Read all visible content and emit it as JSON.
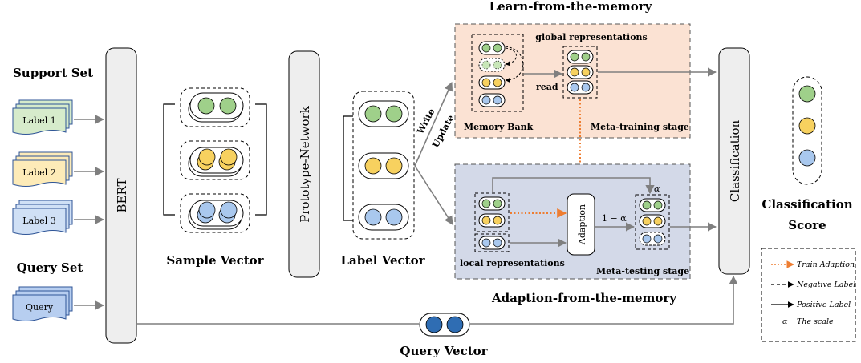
{
  "titles": {
    "learn": "Learn-from-the-memory",
    "adaption": "Adaption-from-the-memory",
    "support_set": "Support Set",
    "query_set": "Query Set",
    "sample_vector": "Sample Vector",
    "label_vector": "Label Vector",
    "query_vector": "Query Vector",
    "classification_score_1": "Classification",
    "classification_score_2": "Score"
  },
  "blocks": {
    "bert": "BERT",
    "prototype": "Prototype-Network",
    "classification": "Classification",
    "adaption": "Adaption"
  },
  "cards": {
    "label1": "Label 1",
    "label2": "Label 2",
    "label3": "Label 3",
    "query": "Query"
  },
  "learn_panel": {
    "global": "global representations",
    "memory_bank": "Memory Bank",
    "read": "read",
    "stage": "Meta-training stage"
  },
  "adapt_panel": {
    "local": "local representations",
    "stage": "Meta-testing stage",
    "alpha": "α",
    "one_minus_alpha": "1 − α"
  },
  "arrows": {
    "write": "Write",
    "update": "Update"
  },
  "legend": {
    "train_adaption": "Train Adaption",
    "negative_label": "Negative Label",
    "positive_label": "Positive Label",
    "alpha_symbol": "α",
    "the_scale": "The scale"
  },
  "colors": {
    "green": "#9fd08a",
    "yellow": "#f7d15f",
    "blue": "#a9c8ee",
    "query_blue": "#2f6db3",
    "learn_bg": "#fbe2d3",
    "adapt_bg": "#d3d9e8",
    "orange_dotted": "#ee7d31",
    "gray_block": "#eeeeee"
  }
}
